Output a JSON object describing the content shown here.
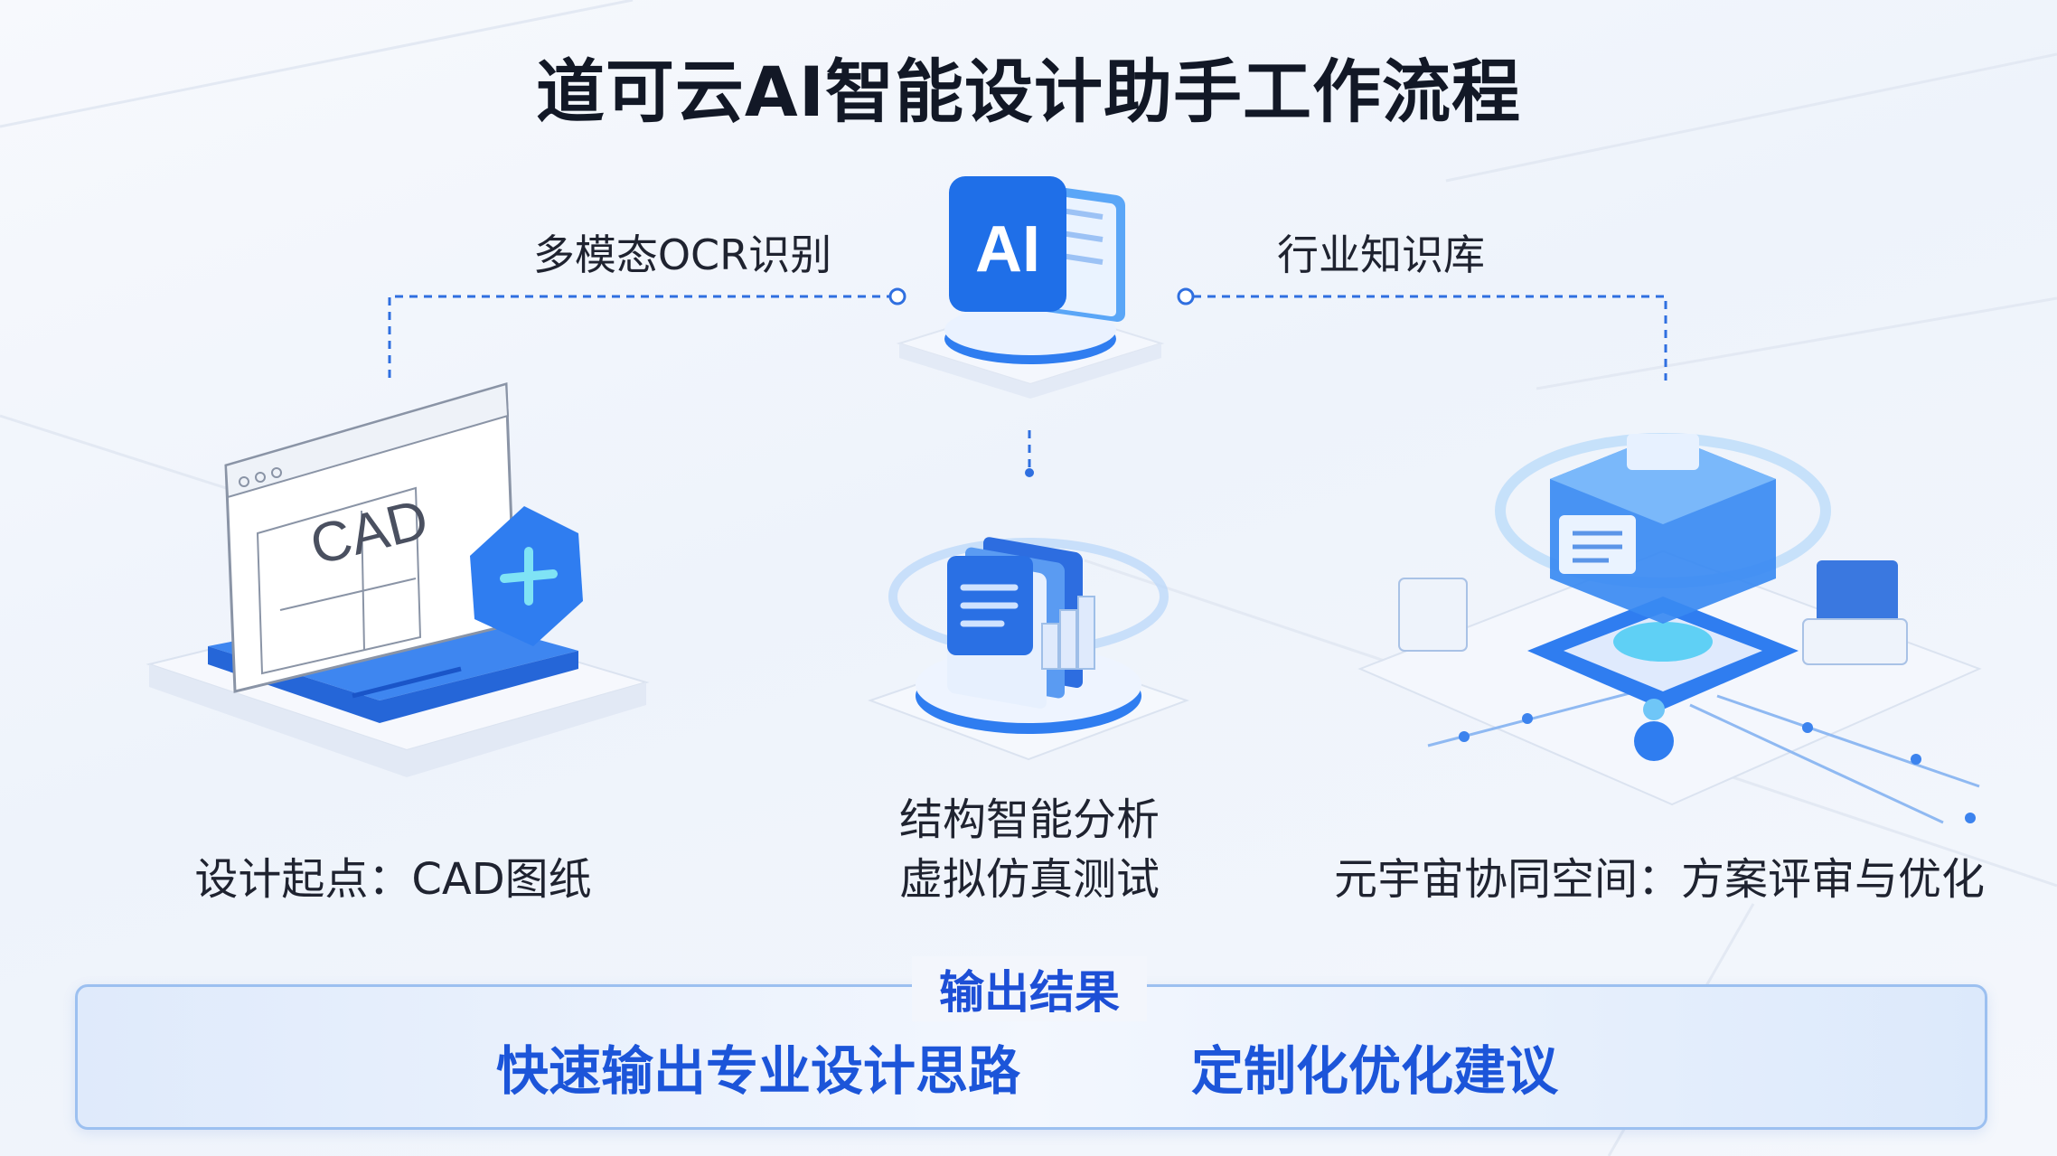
{
  "title": "道可云AI智能设计助手工作流程",
  "connectors": {
    "left_label": "多模态OCR识别",
    "right_label": "行业知识库"
  },
  "nodes": {
    "ai_hub": {
      "icon": "ai-icon",
      "text": "AI"
    },
    "cad": {
      "icon_text": "CAD",
      "caption": "设计起点：CAD图纸"
    },
    "analysis": {
      "caption_line1": "结构智能分析",
      "caption_line2": "虚拟仿真测试"
    },
    "metaverse": {
      "caption": "元宇宙协同空间：方案评审与优化"
    }
  },
  "output": {
    "title": "输出结果",
    "items": [
      "快速输出专业设计思路",
      "定制化优化建议"
    ]
  },
  "colors": {
    "accent": "#1d55d9",
    "line": "#2f6fe0",
    "title": "#121826"
  }
}
